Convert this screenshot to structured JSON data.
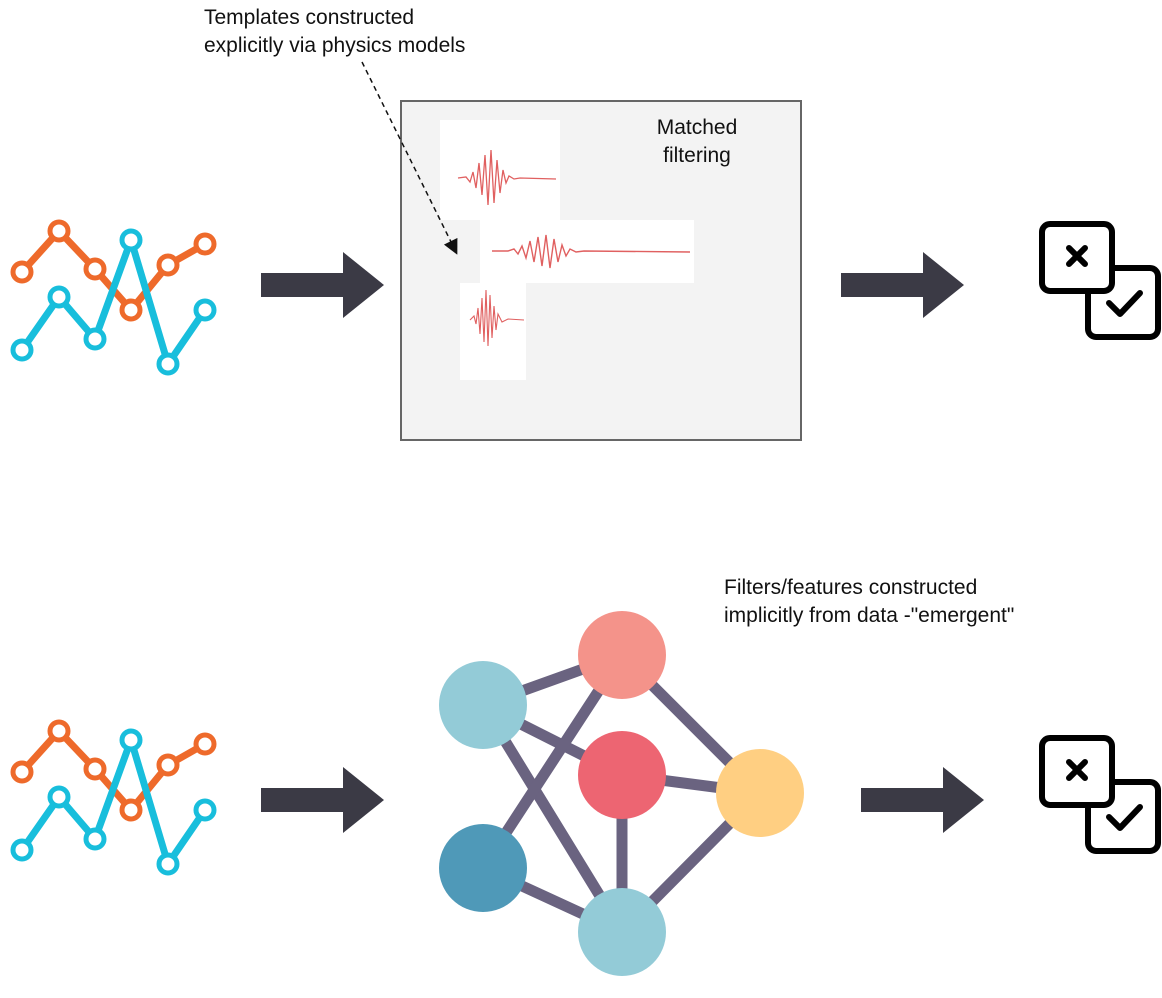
{
  "top_note": {
    "line1": "Templates constructed",
    "line2": "explicitly via physics models"
  },
  "matched_filter": {
    "line1": "Matched",
    "line2": "filtering"
  },
  "bottom_note": {
    "line1": "Filters/features constructed",
    "line2": "implicitly from data -\"emergent\""
  },
  "icons": {
    "timeseries": "line-chart-icon",
    "arrow": "right-arrow-icon",
    "decision": "checkbox-x-check-icon",
    "network": "neural-network-icon",
    "waveform": "waveform-icon"
  },
  "colors": {
    "series_a": "#ee6a2b",
    "series_b": "#18bedc",
    "arrow": "#3b3a45",
    "box_fill": "#f3f3f3",
    "box_border": "#666666",
    "waveform": "#e06060",
    "edge": "#6a6380",
    "node_coral": "#f4938a",
    "node_red": "#ed6572",
    "node_yellow": "#ffcf82",
    "node_lightblue": "#93cbd7",
    "node_darkblue": "#4f99b8"
  }
}
